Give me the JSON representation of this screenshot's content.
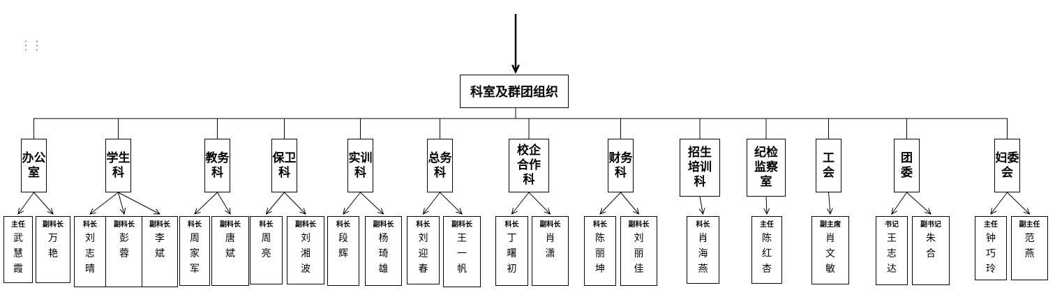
{
  "root": "科室及群团组织",
  "departments": [
    {
      "name": "办公室",
      "staff": [
        {
          "role": "主任",
          "name": "武慧霞"
        },
        {
          "role": "副科长",
          "name": "万　艳"
        }
      ]
    },
    {
      "name": "学生科",
      "staff": [
        {
          "role": "科长",
          "name": "刘志晴"
        },
        {
          "role": "副科长",
          "name": "彭　蓉"
        },
        {
          "role": "副科长",
          "name": "李　斌"
        }
      ]
    },
    {
      "name": "教务科",
      "staff": [
        {
          "role": "科长",
          "name": "周家军"
        },
        {
          "role": "副科长",
          "name": "唐　斌"
        }
      ]
    },
    {
      "name": "保卫科",
      "staff": [
        {
          "role": "科长",
          "name": "周　亮"
        },
        {
          "role": "副科长",
          "name": "刘湘波"
        }
      ]
    },
    {
      "name": "实训科",
      "staff": [
        {
          "role": "科长",
          "name": "段　辉"
        },
        {
          "role": "副科长",
          "name": "杨琦雄"
        }
      ]
    },
    {
      "name": "总务科",
      "staff": [
        {
          "role": "科长",
          "name": "刘迎春"
        },
        {
          "role": "副科长",
          "name": "王一帆"
        }
      ]
    },
    {
      "name": "校企合作科",
      "staff": [
        {
          "role": "科长",
          "name": "丁曙初"
        },
        {
          "role": "副科长",
          "name": "肖　潇"
        }
      ]
    },
    {
      "name": "财务科",
      "staff": [
        {
          "role": "科长",
          "name": "陈丽坤"
        },
        {
          "role": "副科长",
          "name": "刘丽佳"
        }
      ]
    },
    {
      "name": "招生培训科",
      "staff": [
        {
          "role": "科长",
          "name": "肖海燕"
        }
      ]
    },
    {
      "name": "纪检监察室",
      "staff": [
        {
          "role": "主任",
          "name": "陈红杏"
        }
      ]
    },
    {
      "name": "工　会",
      "staff": [
        {
          "role": "副主席",
          "name": "肖文敏"
        }
      ]
    },
    {
      "name": "团　委",
      "staff": [
        {
          "role": "书记",
          "name": "王志达"
        },
        {
          "role": "副书记",
          "name": "朱　合"
        }
      ]
    },
    {
      "name": "妇委会",
      "staff": [
        {
          "role": "主任",
          "name": "钟巧玲"
        },
        {
          "role": "副主任",
          "name": "范　燕"
        }
      ]
    }
  ]
}
